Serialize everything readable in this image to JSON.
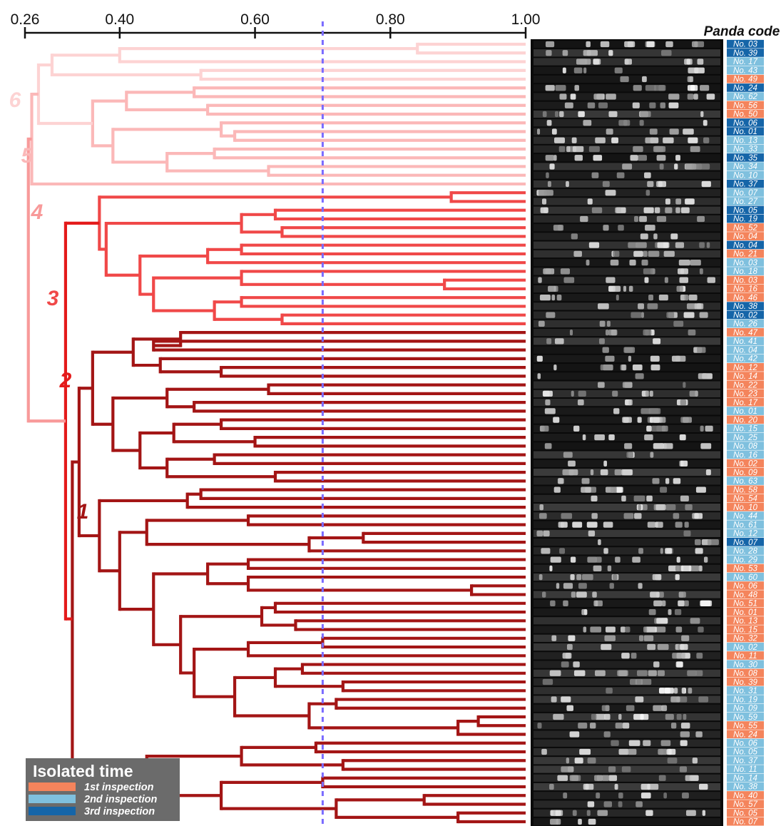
{
  "chart_data": {
    "type": "dendrogram",
    "xlabel": "",
    "axis": {
      "ticks": [
        "0.26",
        "0.40",
        "0.60",
        "0.80",
        "1.00"
      ],
      "tick_values": [
        0.26,
        0.4,
        0.6,
        0.8,
        1.0
      ],
      "range": [
        0.26,
        1.0
      ],
      "position": "top"
    },
    "cutoff_line": {
      "value": 0.7,
      "style": "dashed",
      "color": "#7a6bff"
    },
    "cluster_labels": [
      "6",
      "5",
      "4",
      "3",
      "2",
      "1"
    ],
    "column_header": "Panda code",
    "gel_lanes": 90,
    "panda_codes": [
      {
        "code": "No. 03",
        "inspection": 3
      },
      {
        "code": "No. 39",
        "inspection": 3
      },
      {
        "code": "No. 17",
        "inspection": 2
      },
      {
        "code": "No. 43",
        "inspection": 2
      },
      {
        "code": "No. 49",
        "inspection": 1
      },
      {
        "code": "No. 24",
        "inspection": 3
      },
      {
        "code": "No. 62",
        "inspection": 2
      },
      {
        "code": "No. 56",
        "inspection": 1
      },
      {
        "code": "No. 50",
        "inspection": 1
      },
      {
        "code": "No. 06",
        "inspection": 3
      },
      {
        "code": "No. 01",
        "inspection": 3
      },
      {
        "code": "No. 13",
        "inspection": 2
      },
      {
        "code": "No. 33",
        "inspection": 2
      },
      {
        "code": "No. 35",
        "inspection": 3
      },
      {
        "code": "No. 34",
        "inspection": 2
      },
      {
        "code": "No. 10",
        "inspection": 2
      },
      {
        "code": "No. 37",
        "inspection": 3
      },
      {
        "code": "No. 07",
        "inspection": 2
      },
      {
        "code": "No. 27",
        "inspection": 2
      },
      {
        "code": "No. 05",
        "inspection": 3
      },
      {
        "code": "No. 19",
        "inspection": 3
      },
      {
        "code": "No. 52",
        "inspection": 1
      },
      {
        "code": "No. 04",
        "inspection": 1
      },
      {
        "code": "No. 04",
        "inspection": 3
      },
      {
        "code": "No. 21",
        "inspection": 1
      },
      {
        "code": "No. 03",
        "inspection": 2
      },
      {
        "code": "No. 18",
        "inspection": 2
      },
      {
        "code": "No. 03",
        "inspection": 1
      },
      {
        "code": "No. 16",
        "inspection": 1
      },
      {
        "code": "No. 46",
        "inspection": 1
      },
      {
        "code": "No. 38",
        "inspection": 3
      },
      {
        "code": "No. 02",
        "inspection": 3
      },
      {
        "code": "No. 26",
        "inspection": 2
      },
      {
        "code": "No. 47",
        "inspection": 1
      },
      {
        "code": "No. 41",
        "inspection": 2
      },
      {
        "code": "No. 04",
        "inspection": 2
      },
      {
        "code": "No. 42",
        "inspection": 2
      },
      {
        "code": "No. 12",
        "inspection": 1
      },
      {
        "code": "No. 14",
        "inspection": 1
      },
      {
        "code": "No. 22",
        "inspection": 1
      },
      {
        "code": "No. 23",
        "inspection": 1
      },
      {
        "code": "No. 17",
        "inspection": 1
      },
      {
        "code": "No. 01",
        "inspection": 2
      },
      {
        "code": "No. 20",
        "inspection": 1
      },
      {
        "code": "No. 15",
        "inspection": 2
      },
      {
        "code": "No. 25",
        "inspection": 2
      },
      {
        "code": "No. 08",
        "inspection": 2
      },
      {
        "code": "No. 16",
        "inspection": 2
      },
      {
        "code": "No. 02",
        "inspection": 1
      },
      {
        "code": "No. 09",
        "inspection": 1
      },
      {
        "code": "No. 63",
        "inspection": 2
      },
      {
        "code": "No. 58",
        "inspection": 1
      },
      {
        "code": "No. 54",
        "inspection": 1
      },
      {
        "code": "No. 10",
        "inspection": 1
      },
      {
        "code": "No. 44",
        "inspection": 2
      },
      {
        "code": "No. 61",
        "inspection": 2
      },
      {
        "code": "No. 12",
        "inspection": 2
      },
      {
        "code": "No. 07",
        "inspection": 3
      },
      {
        "code": "No. 28",
        "inspection": 2
      },
      {
        "code": "No. 29",
        "inspection": 2
      },
      {
        "code": "No. 53",
        "inspection": 1
      },
      {
        "code": "No. 60",
        "inspection": 2
      },
      {
        "code": "No. 06",
        "inspection": 1
      },
      {
        "code": "No. 48",
        "inspection": 1
      },
      {
        "code": "No. 51",
        "inspection": 1
      },
      {
        "code": "No. 01",
        "inspection": 1
      },
      {
        "code": "No. 13",
        "inspection": 1
      },
      {
        "code": "No. 15",
        "inspection": 1
      },
      {
        "code": "No. 32",
        "inspection": 1
      },
      {
        "code": "No. 02",
        "inspection": 2
      },
      {
        "code": "No. 11",
        "inspection": 1
      },
      {
        "code": "No. 30",
        "inspection": 2
      },
      {
        "code": "No. 08",
        "inspection": 1
      },
      {
        "code": "No. 39",
        "inspection": 1
      },
      {
        "code": "No. 31",
        "inspection": 2
      },
      {
        "code": "No. 19",
        "inspection": 2
      },
      {
        "code": "No. 09",
        "inspection": 2
      },
      {
        "code": "No. 59",
        "inspection": 2
      },
      {
        "code": "No. 55",
        "inspection": 1
      },
      {
        "code": "No. 24",
        "inspection": 1
      },
      {
        "code": "No. 06",
        "inspection": 2
      },
      {
        "code": "No. 05",
        "inspection": 2
      },
      {
        "code": "No. 37",
        "inspection": 2
      },
      {
        "code": "No. 11",
        "inspection": 2
      },
      {
        "code": "No. 14",
        "inspection": 2
      },
      {
        "code": "No. 38",
        "inspection": 2
      },
      {
        "code": "No. 40",
        "inspection": 1
      },
      {
        "code": "No. 57",
        "inspection": 1
      },
      {
        "code": "No. 05",
        "inspection": 1
      },
      {
        "code": "No. 07",
        "inspection": 1
      }
    ],
    "legend": {
      "title": "Isolated time",
      "placement": "bottom-left",
      "entries": [
        {
          "label": "1st inspection",
          "color": "#f4845c"
        },
        {
          "label": "2nd inspection",
          "color": "#7fc0de"
        },
        {
          "label": "3rd inspection",
          "color": "#1565a8"
        }
      ]
    },
    "colors": {
      "cluster6": "#fdd3d3",
      "cluster5": "#fbb8b8",
      "cluster4": "#f89a9a",
      "cluster3": "#f04848",
      "cluster2": "#e41b1b",
      "cluster1": "#a31515"
    }
  }
}
